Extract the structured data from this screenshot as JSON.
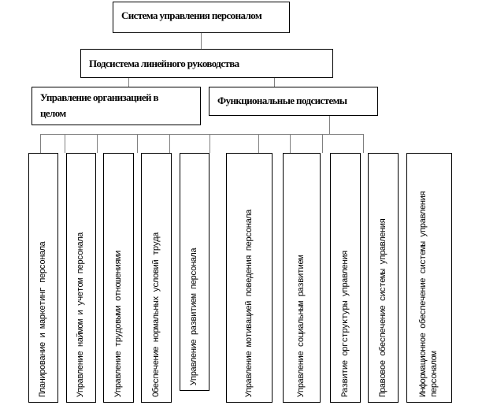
{
  "root": "Система управления персоналом",
  "level2": "Подсистема линейного руководства",
  "level3": {
    "left": "Управление организацией в целом",
    "right": "Функциональные подсистемы"
  },
  "subsystems": [
    {
      "label": "Планирование и маркетинг персонала"
    },
    {
      "label": "Управление наймом и учетом персонала"
    },
    {
      "label": "Управление трудовыми отношениями"
    },
    {
      "label": "Обеспечение нормальных условий труда"
    },
    {
      "label": "Управление развитием персонала"
    },
    {
      "label": "Управление мотивацией поведения персонала"
    },
    {
      "label": "Управление социальным развитием"
    },
    {
      "label": "Развитие оргструктуры управления"
    },
    {
      "label": "Правовое обеспечение системы управления"
    },
    {
      "label": "Информационное обеспечение системы управления персоналом"
    }
  ]
}
